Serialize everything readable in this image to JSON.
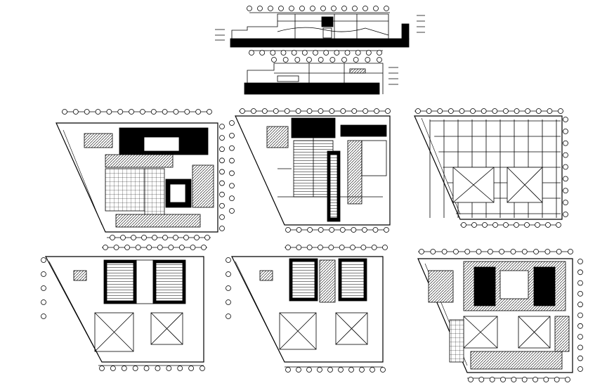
{
  "sheet": {
    "background": "#ffffff",
    "ink": "#000000",
    "description_visible_text": "none"
  },
  "drawings": [
    {
      "id": "section-1",
      "kind": "section"
    },
    {
      "id": "section-2",
      "kind": "section"
    },
    {
      "id": "plan-1",
      "kind": "floor-plan"
    },
    {
      "id": "plan-2",
      "kind": "floor-plan"
    },
    {
      "id": "plan-3",
      "kind": "floor-plan"
    },
    {
      "id": "plan-4",
      "kind": "floor-plan"
    },
    {
      "id": "plan-5",
      "kind": "floor-plan"
    },
    {
      "id": "plan-6",
      "kind": "floor-plan"
    }
  ]
}
